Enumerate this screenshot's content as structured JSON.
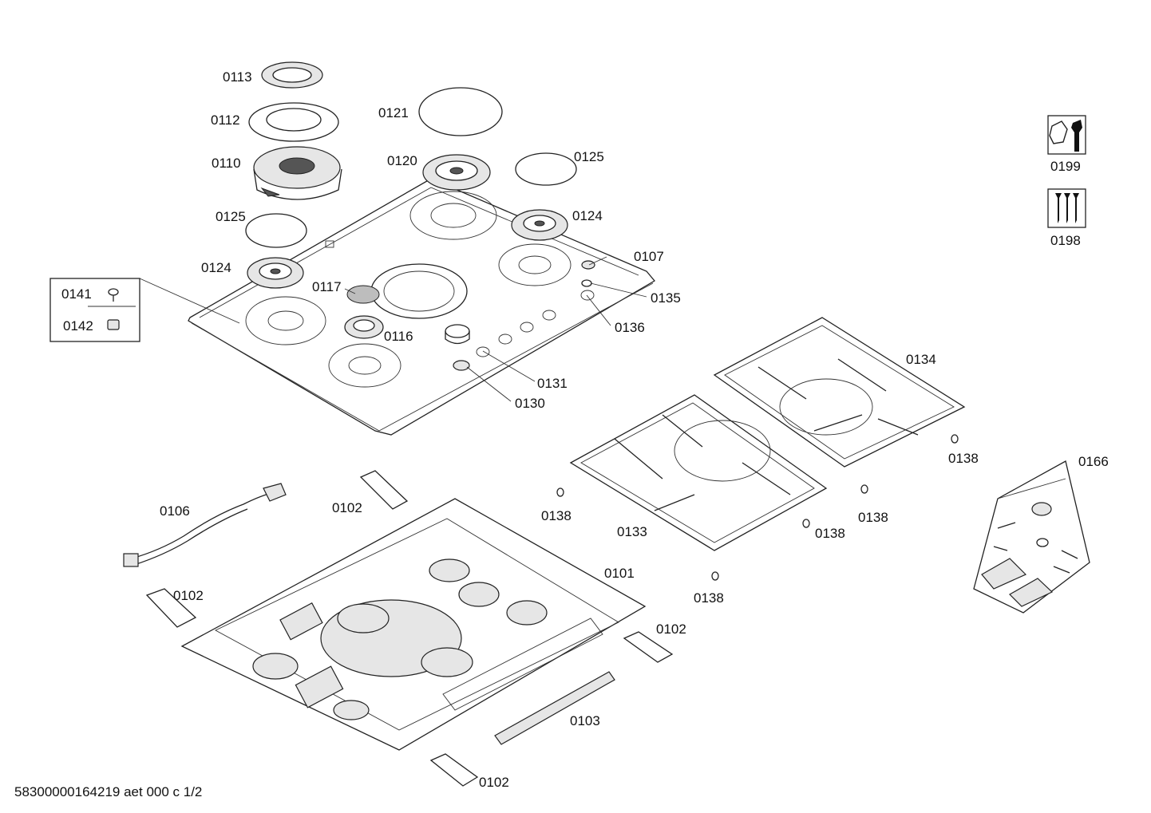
{
  "labels": {
    "p0113": "0113",
    "p0112": "0112",
    "p0110": "0110",
    "p0121": "0121",
    "p0120": "0120",
    "p0125a": "0125",
    "p0125b": "0125",
    "p0124a": "0124",
    "p0124b": "0124",
    "p0107": "0107",
    "p0135": "0135",
    "p0136": "0136",
    "p0117": "0117",
    "p0116": "0116",
    "p0131": "0131",
    "p0130": "0130",
    "p0141": "0141",
    "p0142": "0142",
    "p0134": "0134",
    "p0133": "0133",
    "p0138a": "0138",
    "p0138b": "0138",
    "p0138c": "0138",
    "p0138d": "0138",
    "p0138e": "0138",
    "p0166": "0166",
    "p0106": "0106",
    "p0102a": "0102",
    "p0102b": "0102",
    "p0102c": "0102",
    "p0102d": "0102",
    "p0101": "0101",
    "p0103": "0103",
    "p0199": "0199",
    "p0198": "0198"
  },
  "footer": {
    "document_id": "58300000164219 aet 000 c 1/2"
  },
  "icons": {
    "tool_kit": "wrench-nut-icon",
    "screw_kit": "screws-icon"
  }
}
